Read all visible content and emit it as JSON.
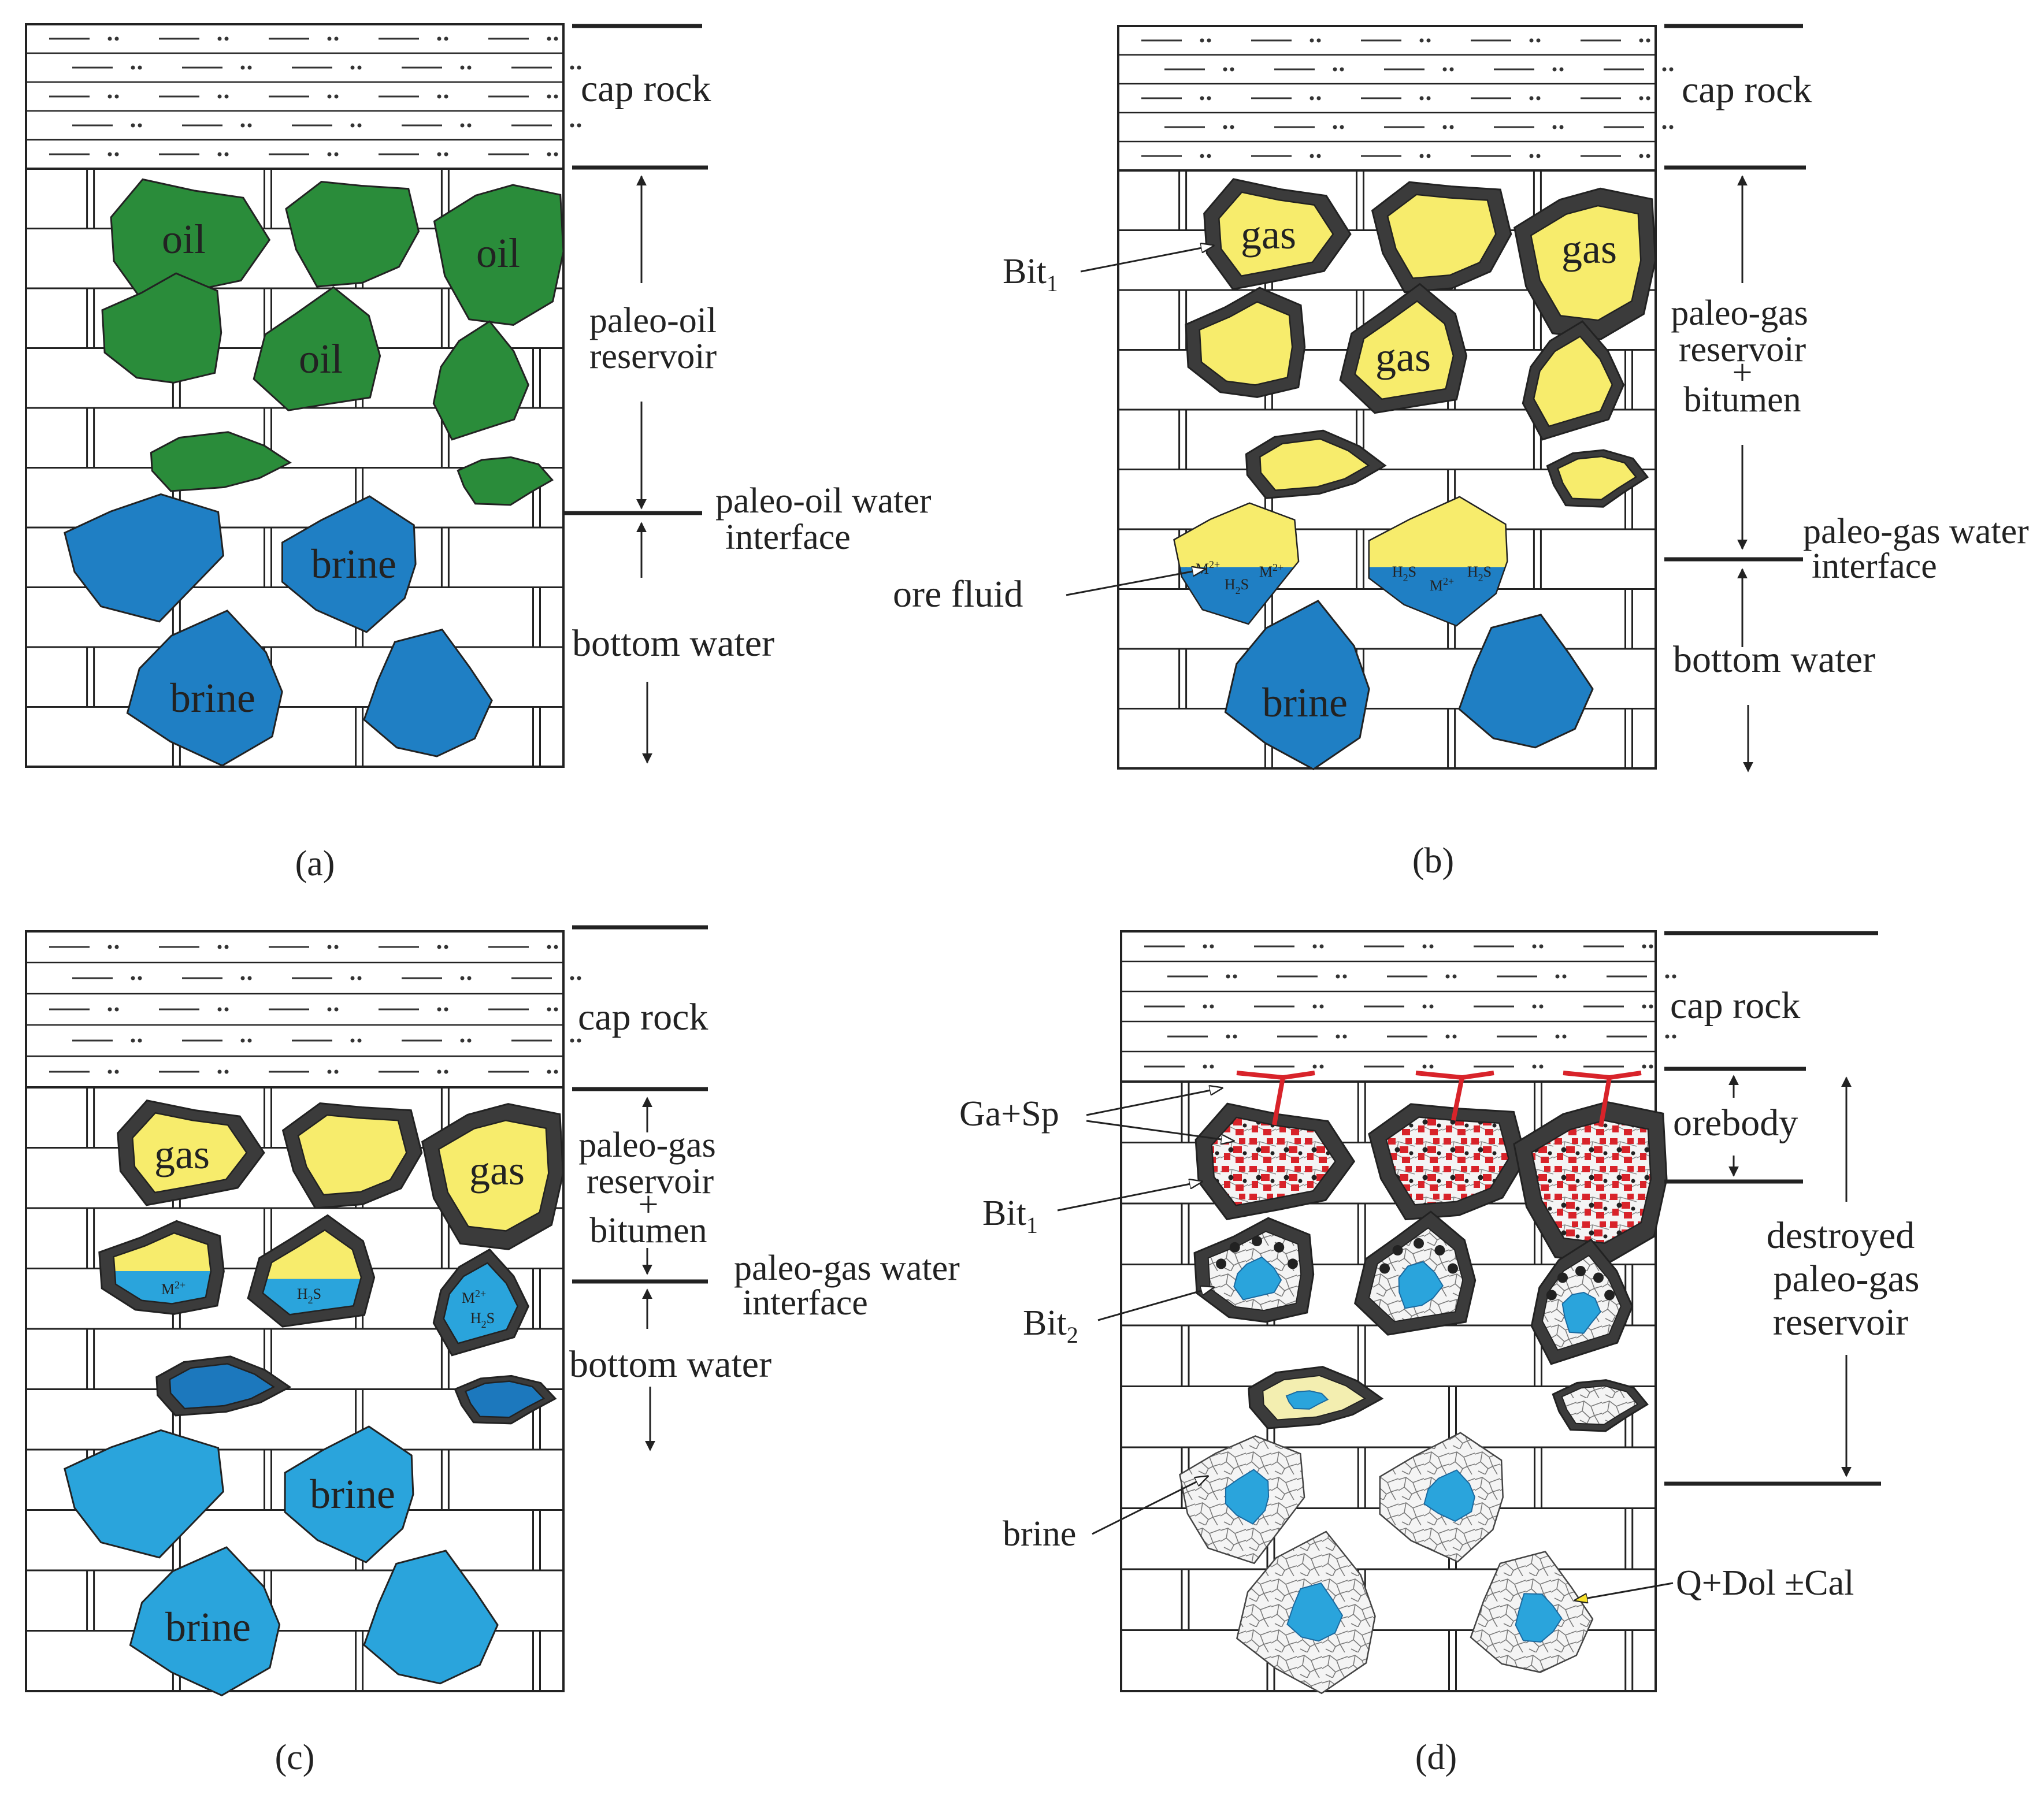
{
  "colors": {
    "oil": "#2a8c3a",
    "brine_a": "#1f7fc4",
    "brine_c": "#2aa4dc",
    "brine_c_dark": "#1c78bd",
    "gas": "#f7ec6c",
    "bitumen": "#3b3b3b",
    "ore": "#d8232a",
    "cement": "#f2f2f2"
  },
  "panels": {
    "a": {
      "tag": "(a)",
      "cap_rock": "cap rock",
      "reservoir": [
        "paleo-oil",
        "reservoir"
      ],
      "interface": [
        "paleo-oil water",
        "interface"
      ],
      "bottom_water": "bottom water",
      "oil": "oil",
      "brine": "brine"
    },
    "b": {
      "tag": "(b)",
      "cap_rock": "cap rock",
      "reservoir": [
        "paleo-gas",
        "reservoir",
        "+",
        "bitumen"
      ],
      "interface": [
        "paleo-gas water",
        "interface"
      ],
      "bottom_water": "bottom water",
      "gas": "gas",
      "brine": "brine",
      "bit1": "Bit",
      "bit1_sub": "1",
      "ore_fluid": "ore fluid",
      "ion_m": "M",
      "ion_m_sup": "2+",
      "ion_h2s": "H",
      "ion_h2s_sub": "2",
      "ion_h2s_end": "S"
    },
    "c": {
      "tag": "(c)",
      "cap_rock": "cap rock",
      "reservoir": [
        "paleo-gas",
        "reservoir",
        "+",
        "bitumen"
      ],
      "interface": [
        "paleo-gas water",
        "interface"
      ],
      "bottom_water": "bottom water",
      "gas": "gas",
      "brine": "brine",
      "ion_m": "M",
      "ion_m_sup": "2+",
      "ion_h2s": "H",
      "ion_h2s_sub": "2",
      "ion_h2s_end": "S"
    },
    "d": {
      "tag": "(d)",
      "cap_rock": "cap rock",
      "orebody": "orebody",
      "destroyed": [
        "destroyed",
        "paleo-gas",
        "reservoir"
      ],
      "ga_sp": "Ga+Sp",
      "bit1": "Bit",
      "bit1_sub": "1",
      "bit2": "Bit",
      "bit2_sub": "2",
      "brine": "brine",
      "cement": "Q+Dol ±Cal"
    }
  }
}
